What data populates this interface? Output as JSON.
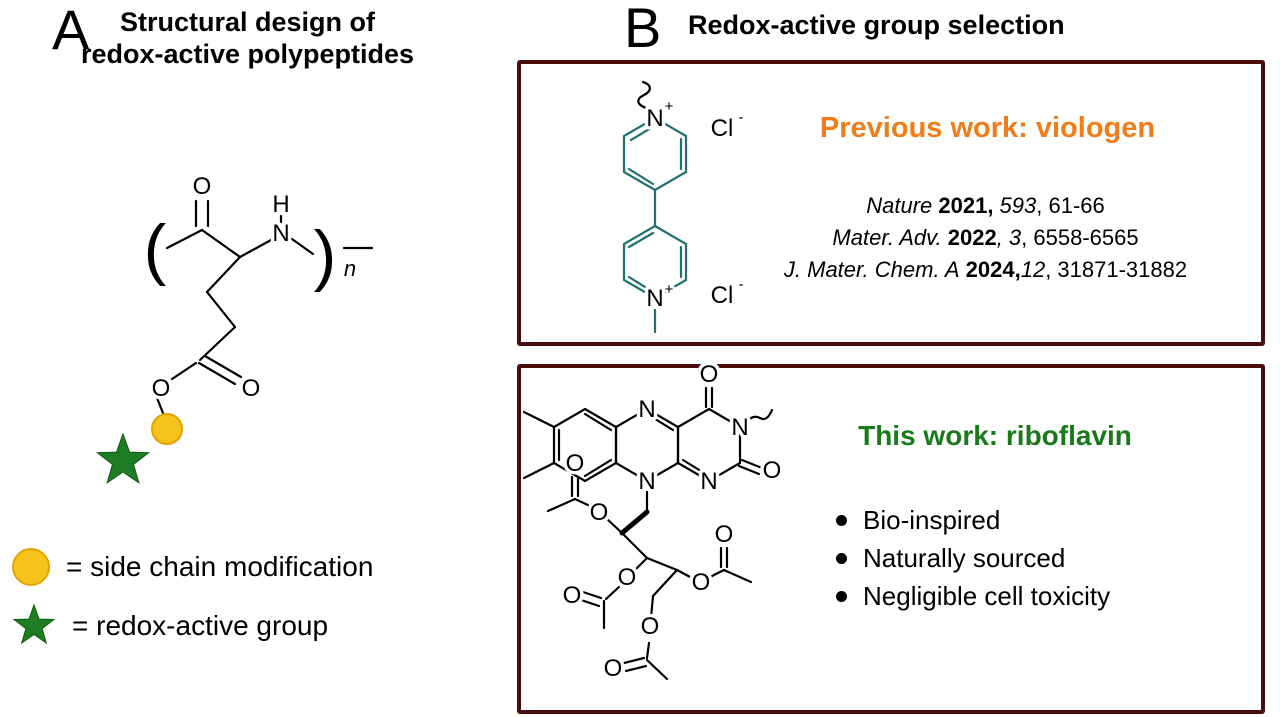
{
  "colors": {
    "box_border": "#4a0d0d",
    "orange_heading": "#f07d1a",
    "green_heading": "#1a7a1a",
    "yellow_circle": "#f6c31c",
    "yellow_circle_border": "#e2a400",
    "green_star": "#1e7d22",
    "viologen": "#1f6f6f"
  },
  "atoms": {
    "o": "O",
    "n": "N",
    "h": "H",
    "sub_n": "n",
    "cl": "Cl",
    "plus": "+",
    "minus": "-",
    "open_paren": "(",
    "close_paren": ")"
  },
  "panel_a": {
    "label": "A",
    "title_line1": "Structural design of",
    "title_line2": "redox-active polypeptides",
    "legend": [
      {
        "icon": "yellow-circle",
        "text": "= side chain modification"
      },
      {
        "icon": "green-star",
        "text": "= redox-active group"
      }
    ]
  },
  "panel_b": {
    "label": "B",
    "title": "Redox-active group selection",
    "boxes": [
      {
        "id": "viologen",
        "heading": "Previous work: viologen",
        "references": [
          {
            "journal": "Nature",
            "year": " 2021, ",
            "volume": "593",
            "pages": ", 61-66"
          },
          {
            "journal": "Mater. Adv.",
            "year": " 2022",
            "volume": ", 3",
            "pages": ", 6558-6565"
          },
          {
            "journal": "J. Mater. Chem. A",
            "year": " 2024,",
            "volume": "12",
            "pages": ", 31871-31882"
          }
        ]
      },
      {
        "id": "riboflavin",
        "heading": "This work: riboflavin",
        "bullets": [
          "Bio-inspired",
          "Naturally sourced",
          "Negligible cell toxicity"
        ]
      }
    ]
  }
}
